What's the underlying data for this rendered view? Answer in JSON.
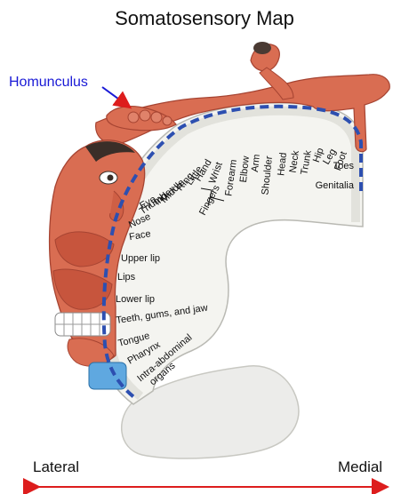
{
  "title": "Somatosensory Map",
  "homunculus_label": "Homunculus",
  "fingers_label": "Fingers",
  "orientation": {
    "left": "Lateral",
    "right": "Medial"
  },
  "colors": {
    "skin": "#d96d52",
    "skin_dark": "#b94f39",
    "cortex_fill": "#f4f4f0",
    "cortex_band": "#e4e4dd",
    "map_line": "#2d4fb0",
    "arrow": "#dd1d1d",
    "homunculus_label": "#1a1ad6"
  },
  "radial_labels": [
    "Genitalia",
    "Toes",
    "Foot",
    "Leg",
    "Hip",
    "Trunk",
    "Neck",
    "Head",
    "Shoulder",
    "Arm",
    "Elbow",
    "Forearm",
    "Wrist",
    "Hand",
    "Little",
    "Ring",
    "Middle",
    "Index",
    "Thumb",
    "Eye",
    "Nose",
    "Face",
    "Upper lip",
    "Lips",
    "Lower lip",
    "Teeth, gums, and jaw",
    "Tongue",
    "Pharynx",
    "Intra-abdominal organs"
  ]
}
